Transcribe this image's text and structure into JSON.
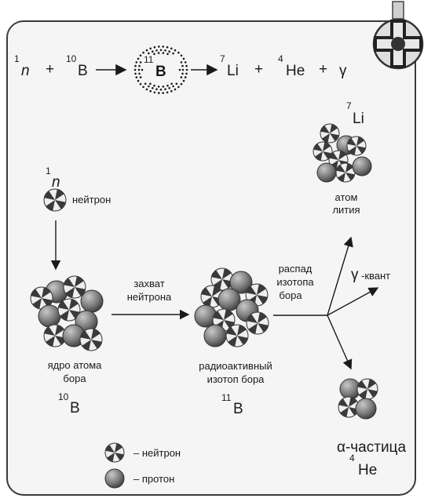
{
  "equation": {
    "n_mass": "1",
    "n_sym": "n",
    "plus1": "+",
    "b10_mass": "10",
    "b10_sym": "B",
    "b11_mass": "11",
    "b11_sym": "B",
    "li_mass": "7",
    "li_sym": "Li",
    "plus2": "+",
    "he_mass": "4",
    "he_sym": "He",
    "plus3": "+",
    "gamma": "γ"
  },
  "neutron": {
    "mass": "1",
    "sym": "n",
    "label": "нейтрон"
  },
  "boron10": {
    "label_line1": "ядро атома",
    "label_line2": "бора",
    "mass": "10",
    "sym": "B"
  },
  "capture": {
    "line1": "захват",
    "line2": "нейтрона"
  },
  "boron11": {
    "label_line1": "радиоактивный",
    "label_line2": "изотоп бора",
    "mass": "11",
    "sym": "B"
  },
  "decay": {
    "line1": "распад",
    "line2": "изотопа",
    "line3": "бора"
  },
  "lithium": {
    "mass": "7",
    "sym": "Li",
    "label_line1": "атом",
    "label_line2": "лития"
  },
  "gamma_ray": {
    "sym": "γ",
    "label": "-квант"
  },
  "alpha": {
    "label": "α-частица",
    "mass": "4",
    "sym": "He"
  },
  "legend": {
    "neutron": "– нейтрон",
    "proton": "– протон"
  },
  "colors": {
    "proton": "#7a7a7a",
    "neutron_dark": "#3a3a3a",
    "neutron_light": "#eeeeee",
    "frame": "#3a3a3a"
  }
}
